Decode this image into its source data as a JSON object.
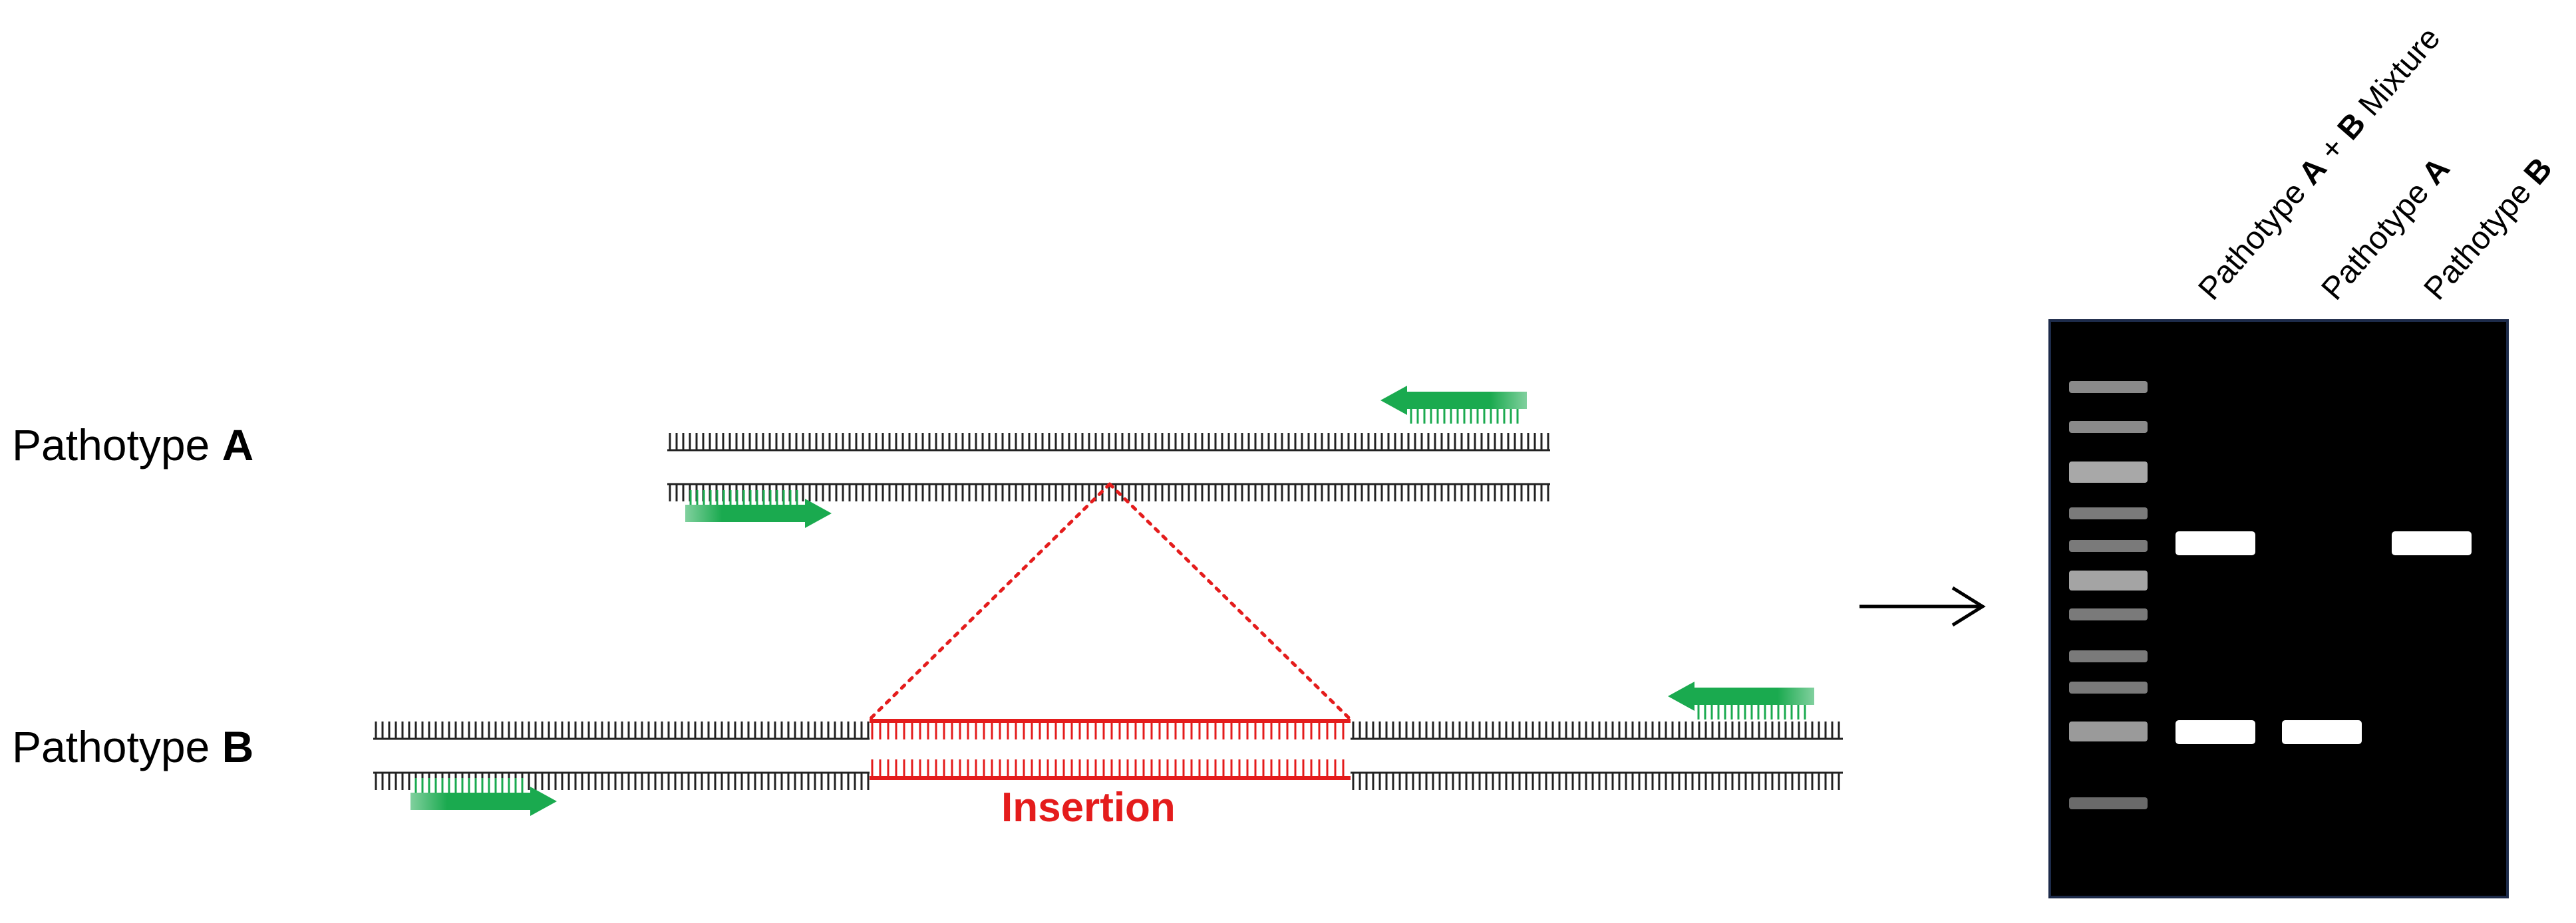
{
  "pathotype_a": {
    "prefix": "Pathotype ",
    "letter": "A"
  },
  "pathotype_b": {
    "prefix": "Pathotype ",
    "letter": "B"
  },
  "insertion_label": "Insertion",
  "gel": {
    "lanes": [
      {
        "prefix": "Pathotype ",
        "bold1": "A",
        "mid": " + ",
        "bold2": "B",
        "suffix": " Mixture"
      },
      {
        "prefix": "Pathotype ",
        "bold1": "A",
        "mid": "",
        "bold2": "",
        "suffix": ""
      },
      {
        "prefix": "Pathotype ",
        "bold1": "B",
        "mid": "",
        "bold2": "",
        "suffix": ""
      }
    ]
  },
  "colors": {
    "primer": "#1aaa4f",
    "insertion": "#e41c1c",
    "dna": "#222222",
    "gel_background": "#000000",
    "gel_border": "#1d2b4a",
    "band": "#ffffff"
  },
  "icons": [
    "forward-primer-arrow-icon",
    "reverse-primer-arrow-icon",
    "right-arrow-icon"
  ]
}
